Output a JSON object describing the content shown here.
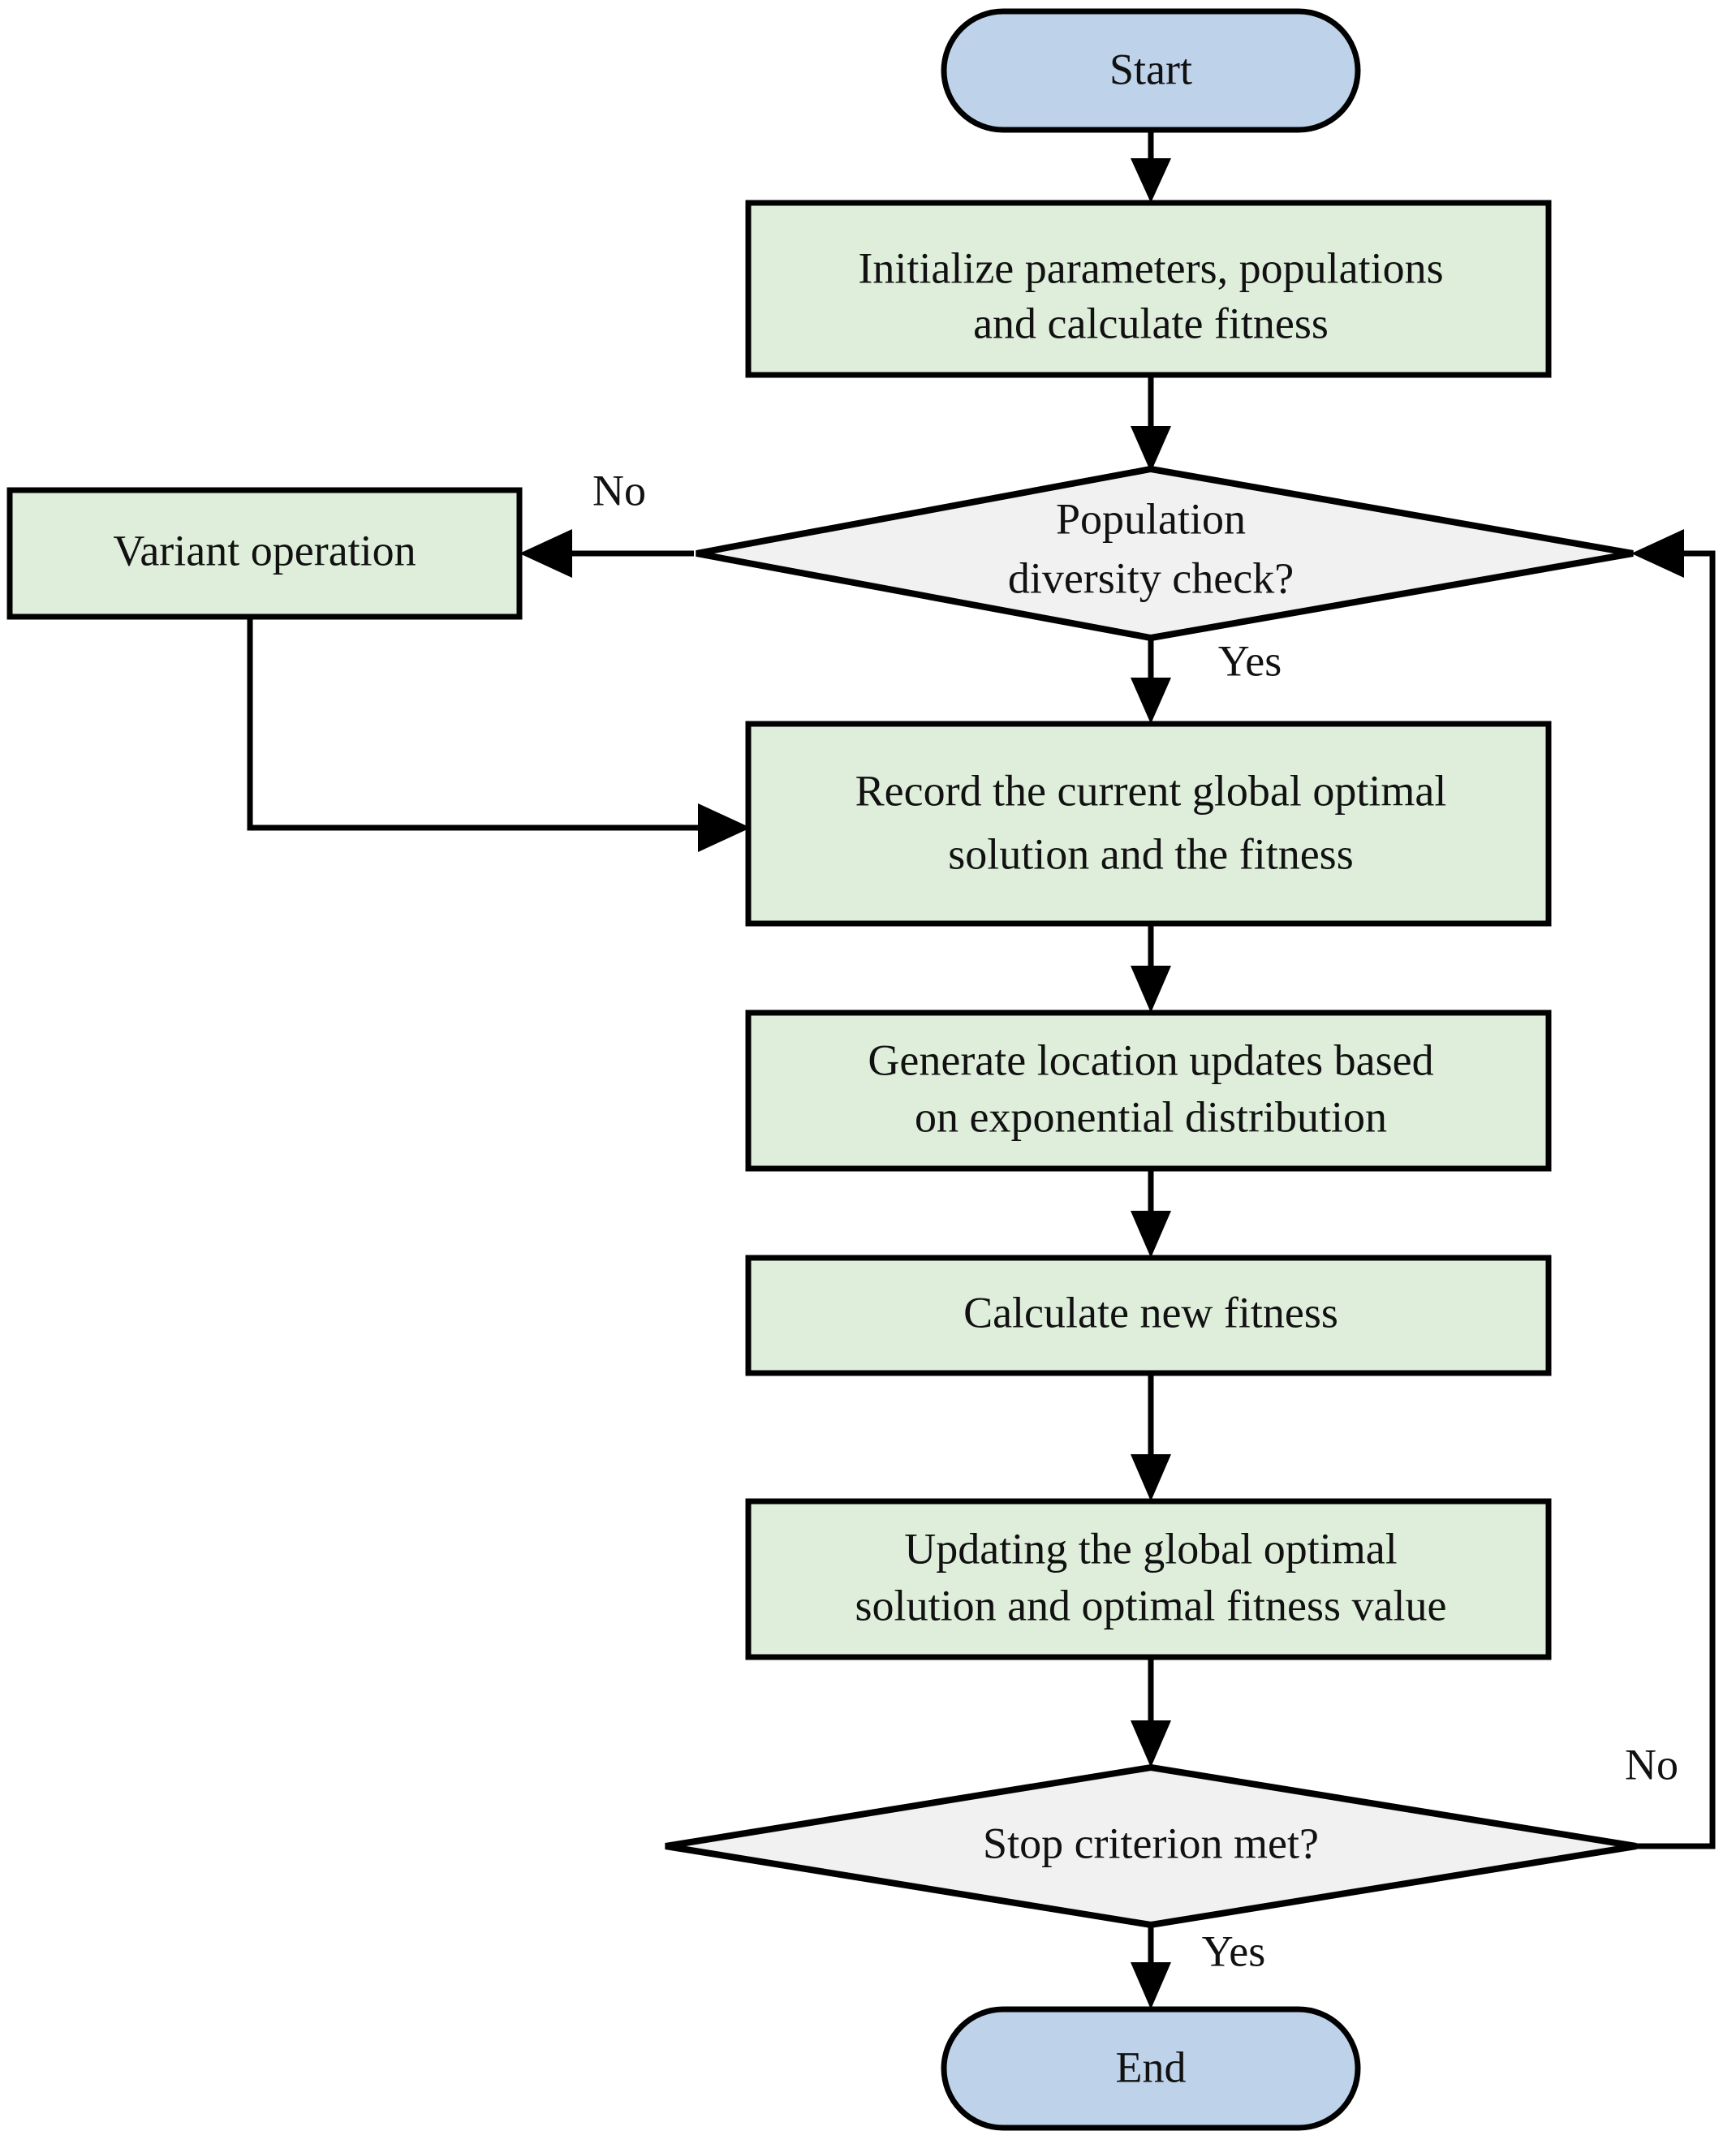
{
  "diagram": {
    "title": "Algorithm flowchart",
    "type": "flowchart",
    "colors": {
      "terminal_fill": "#bed2ea",
      "process_fill": "#dfeedb",
      "decision_fill": "#f1f1f1",
      "stroke": "#000000",
      "text": "#111111",
      "background": "#ffffff"
    },
    "nodes": {
      "start": {
        "label": "Start",
        "shape": "terminal"
      },
      "initialize": {
        "line1": "Initialize parameters, populations",
        "line2": "and calculate fitness",
        "shape": "process"
      },
      "diversity_check": {
        "line1": "Population",
        "line2": "diversity check?",
        "shape": "decision"
      },
      "variant_operation": {
        "label": "Variant operation",
        "shape": "process"
      },
      "record_optimal": {
        "line1": "Record the current global optimal",
        "line2": "solution and  the fitness",
        "shape": "process"
      },
      "generate_updates": {
        "line1": "Generate location updates based",
        "line2": "on exponential distribution",
        "shape": "process"
      },
      "calculate_fitness": {
        "label": "Calculate new fitness",
        "shape": "process"
      },
      "update_optimal": {
        "line1": "Updating the global optimal",
        "line2": "solution and optimal fitness value",
        "shape": "process"
      },
      "stop_criterion": {
        "label": "Stop criterion met?",
        "shape": "decision"
      },
      "end": {
        "label": "End",
        "shape": "terminal"
      }
    },
    "edge_labels": {
      "diversity_no": "No",
      "diversity_yes": "Yes",
      "stop_no": "No",
      "stop_yes": "Yes"
    }
  }
}
